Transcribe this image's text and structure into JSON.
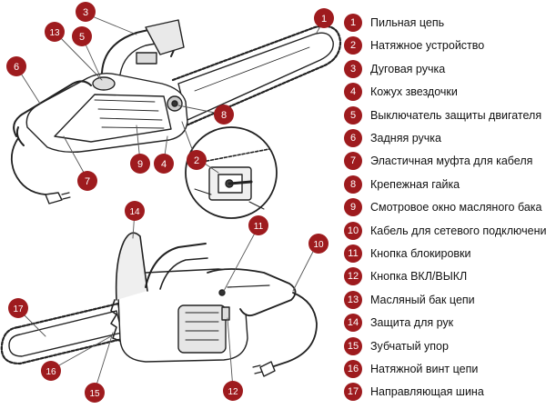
{
  "colors": {
    "badge": "#9e1b1e",
    "badge_text": "#ffffff",
    "line_art": "#222222",
    "leader": "#555555",
    "legend_text": "#111111"
  },
  "legend": [
    {
      "num": "1",
      "label": "Пильная цепь"
    },
    {
      "num": "2",
      "label": "Натяжное устройство"
    },
    {
      "num": "3",
      "label": "Дуговая ручка"
    },
    {
      "num": "4",
      "label": "Кожух звездочки"
    },
    {
      "num": "5",
      "label": "Выключатель защиты двигателя"
    },
    {
      "num": "6",
      "label": "Задняя ручка"
    },
    {
      "num": "7",
      "label": "Эластичная муфта для кабеля"
    },
    {
      "num": "8",
      "label": "Крепежная гайка"
    },
    {
      "num": "9",
      "label": "Смотровое окно масляного бака"
    },
    {
      "num": "10",
      "label": "Кабель для сетевого подключения"
    },
    {
      "num": "11",
      "label": "Кнопка блокировки"
    },
    {
      "num": "12",
      "label": "Кнопка ВКЛ/ВЫКЛ"
    },
    {
      "num": "13",
      "label": "Масляный бак цепи"
    },
    {
      "num": "14",
      "label": "Защита для рук"
    },
    {
      "num": "15",
      "label": "Зубчатый упор"
    },
    {
      "num": "16",
      "label": "Натяжной винт цепи"
    },
    {
      "num": "17",
      "label": "Направляющая шина"
    }
  ],
  "callouts": {
    "top": [
      "1",
      "2",
      "3",
      "4",
      "5",
      "6",
      "7",
      "8",
      "9",
      "13"
    ],
    "bottom": [
      "10",
      "11",
      "12",
      "14",
      "15",
      "16",
      "17"
    ]
  }
}
